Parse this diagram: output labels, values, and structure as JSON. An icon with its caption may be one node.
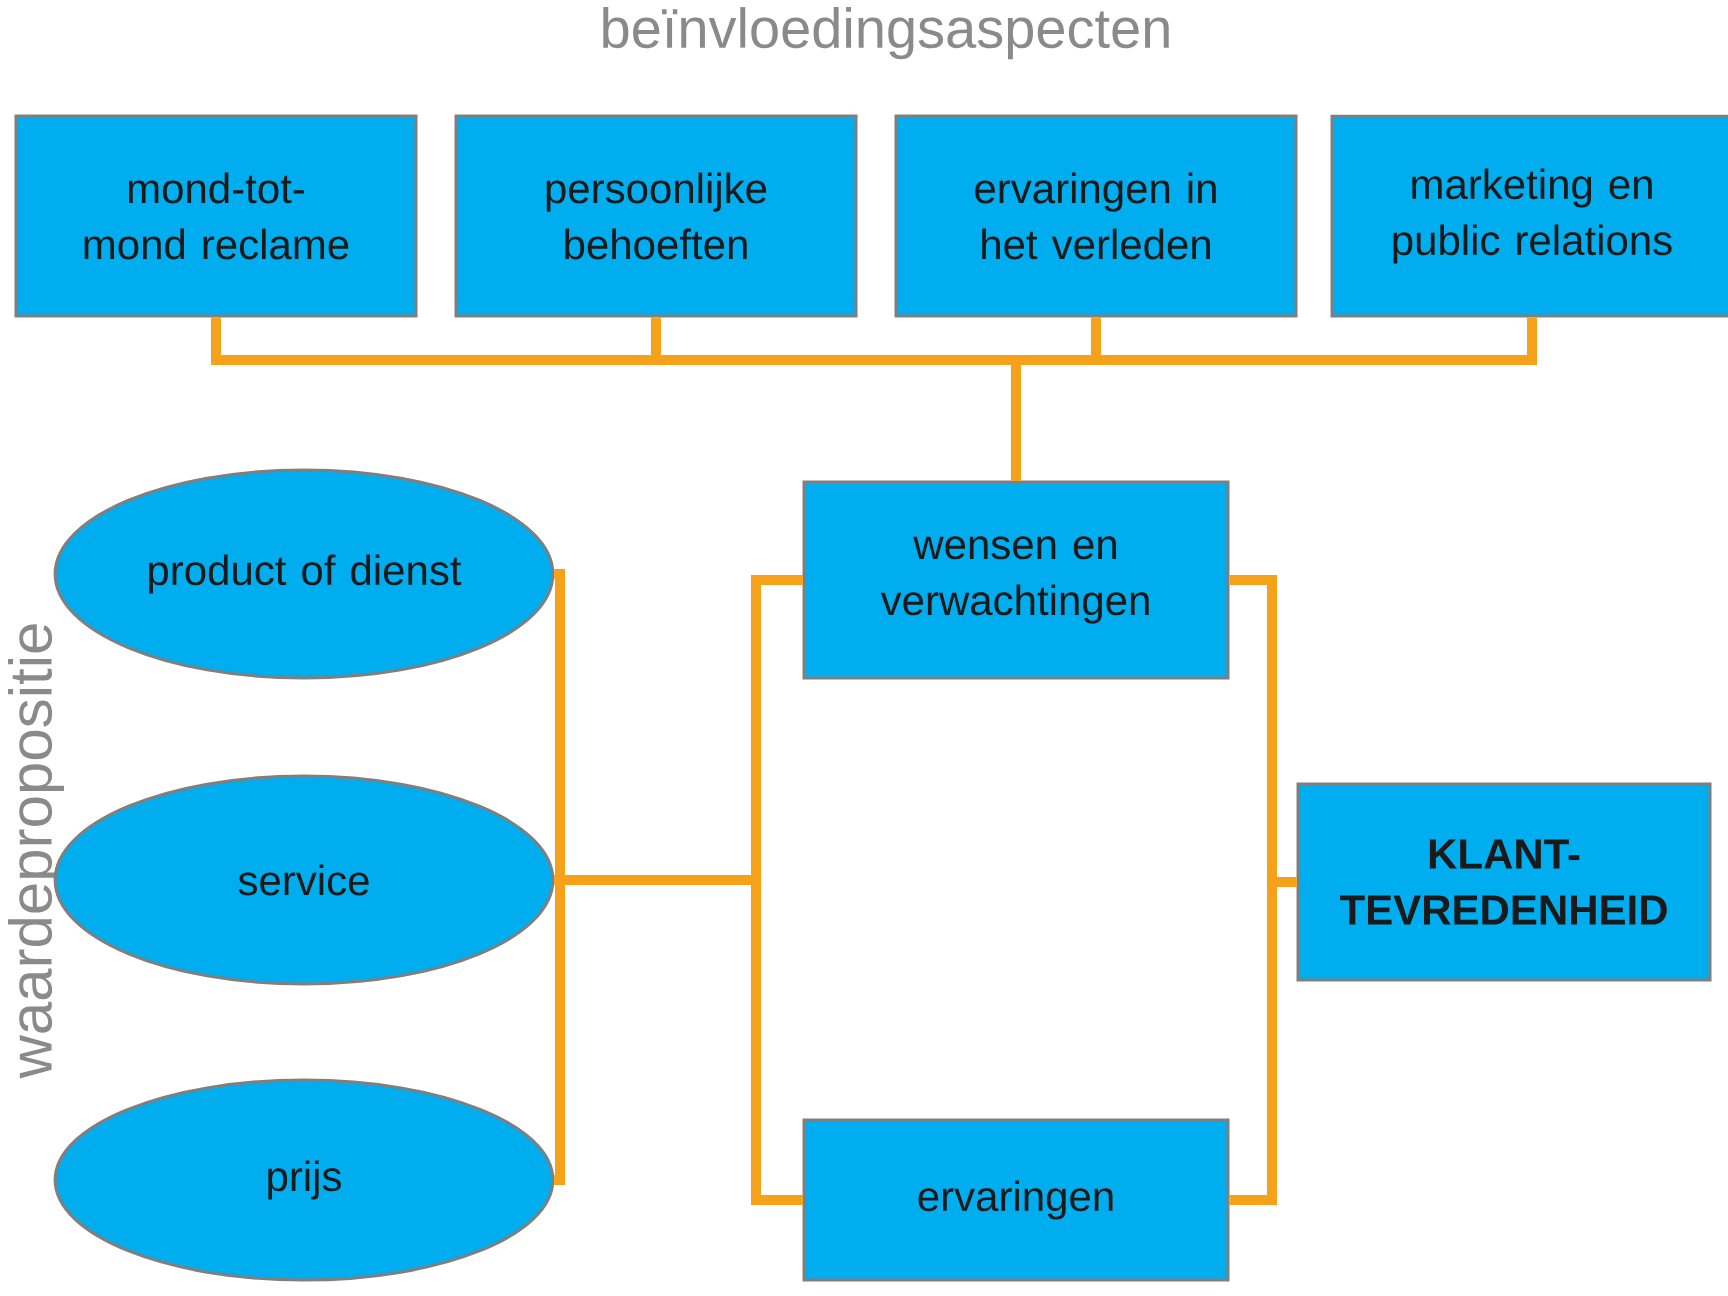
{
  "diagram": {
    "nodes": [
      {
        "text": [
          "mond-tot-mond reclame"
        ]
      },
      {
        "text": [
          "persoonlijke behoeften"
        ]
      },
      {
        "text": [
          "ervaringen in het verleden"
        ]
      },
      {
        "text": [
          "marketing en public relations"
        ]
      },
      {
        "text": [
          "product of dienst"
        ]
      },
      {
        "text": [
          "service"
        ]
      },
      {
        "text": [
          "prijs"
        ]
      },
      {
        "text": [
          "wensen en verwachtingen"
        ]
      },
      {
        "text": [
          "ervaringen"
        ]
      },
      {
        "text": [
          "KLANT-TEVREDENHEID"
        ]
      }
    ],
    "edges": [
      {
        "from": 0,
        "to": 7,
        "arrow": "none"
      },
      {
        "from": 1,
        "to": 7,
        "arrow": "none"
      },
      {
        "from": 2,
        "to": 7,
        "arrow": "none"
      },
      {
        "from": 3,
        "to": 7,
        "arrow": "none"
      },
      {
        "from": 4,
        "to": 7,
        "arrow": "none"
      },
      {
        "from": 4,
        "to": 8,
        "arrow": "none"
      },
      {
        "from": 5,
        "to": 7,
        "arrow": "none"
      },
      {
        "from": 5,
        "to": 8,
        "arrow": "none"
      },
      {
        "from": 6,
        "to": 7,
        "arrow": "none"
      },
      {
        "from": 6,
        "to": 8,
        "arrow": "none"
      },
      {
        "from": 7,
        "to": 9,
        "arrow": "none"
      },
      {
        "from": 8,
        "to": 9,
        "arrow": "none"
      }
    ],
    "labels": [
      "beïnvloedingsaspecten",
      "waardepropositie"
    ]
  }
}
